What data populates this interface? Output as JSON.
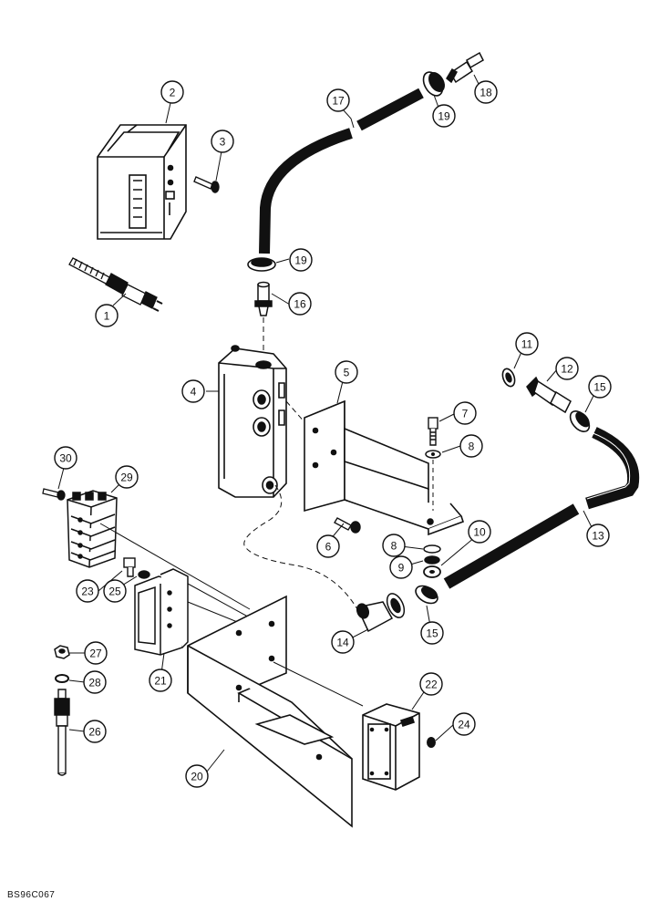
{
  "figure_code": "BS96C067",
  "callouts": [
    {
      "id": "c1",
      "label": "1"
    },
    {
      "id": "c2",
      "label": "2"
    },
    {
      "id": "c3",
      "label": "3"
    },
    {
      "id": "c4",
      "label": "4"
    },
    {
      "id": "c5",
      "label": "5"
    },
    {
      "id": "c6",
      "label": "6"
    },
    {
      "id": "c7",
      "label": "7"
    },
    {
      "id": "c8a",
      "label": "8"
    },
    {
      "id": "c8b",
      "label": "8"
    },
    {
      "id": "c9",
      "label": "9"
    },
    {
      "id": "c10",
      "label": "10"
    },
    {
      "id": "c11",
      "label": "11"
    },
    {
      "id": "c12",
      "label": "12"
    },
    {
      "id": "c13",
      "label": "13"
    },
    {
      "id": "c14",
      "label": "14"
    },
    {
      "id": "c15a",
      "label": "15"
    },
    {
      "id": "c15b",
      "label": "15"
    },
    {
      "id": "c16",
      "label": "16"
    },
    {
      "id": "c17",
      "label": "17"
    },
    {
      "id": "c18",
      "label": "18"
    },
    {
      "id": "c19a",
      "label": "19"
    },
    {
      "id": "c19b",
      "label": "19"
    },
    {
      "id": "c20",
      "label": "20"
    },
    {
      "id": "c21",
      "label": "21"
    },
    {
      "id": "c22",
      "label": "22"
    },
    {
      "id": "c23",
      "label": "23"
    },
    {
      "id": "c24",
      "label": "24"
    },
    {
      "id": "c25",
      "label": "25"
    },
    {
      "id": "c26",
      "label": "26"
    },
    {
      "id": "c27",
      "label": "27"
    },
    {
      "id": "c28",
      "label": "28"
    },
    {
      "id": "c29",
      "label": "29"
    },
    {
      "id": "c30",
      "label": "30"
    }
  ]
}
